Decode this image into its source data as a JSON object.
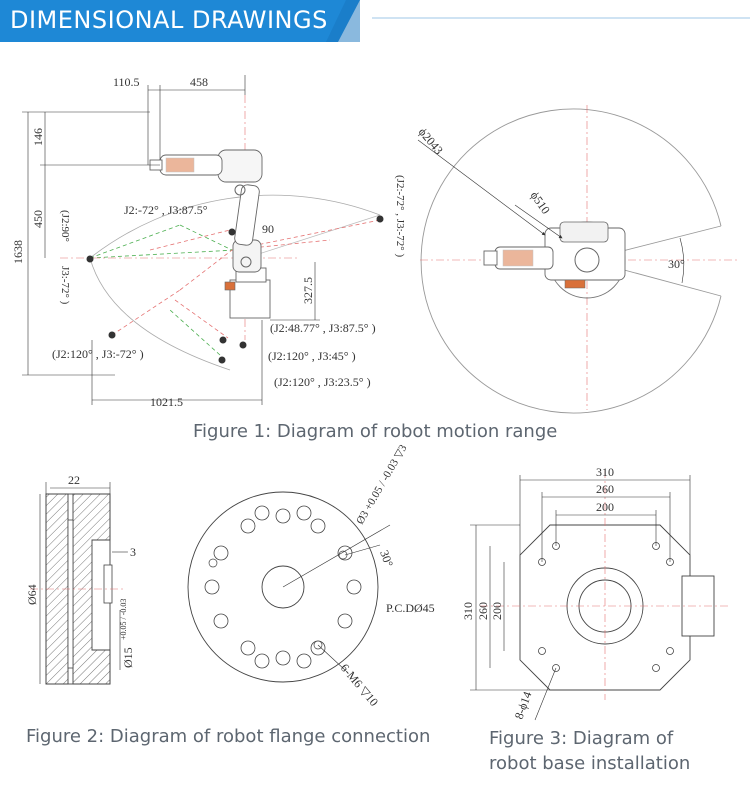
{
  "header": {
    "title": "DIMENSIONAL DRAWINGS",
    "accent": "#1e88d6"
  },
  "figure1": {
    "caption": "Figure 1: Diagram of robot motion range",
    "dims": {
      "d110": "110.5",
      "d458": "458",
      "d146": "146",
      "d450": "450",
      "d1638": "1638",
      "d327": "327.5",
      "d1021": "1021.5",
      "d90": "90"
    },
    "labels": {
      "j2_72_j3_875": "J2:-72° , J3:87.5°",
      "j2_72_j3_m72": "(J2:-72° , J3:-72° )",
      "j2_90": "(J2:90°",
      "j3_m72": "J3:-72° )",
      "j2_4877": "(J2:48.77° , J3:87.5° )",
      "j2_120_m72": "(J2:120° , J3:-72° )",
      "j2_120_45": "(J2:120° , J3:45° )",
      "j2_120_235": "(J2:120° , J3:23.5° )"
    },
    "top_view": {
      "d2043": "ϕ2043",
      "d510": "ϕ510",
      "angle": "30°"
    }
  },
  "figure2": {
    "caption": "Figure 2: Diagram of robot flange connection",
    "dims": {
      "d22": "22",
      "d3": "3",
      "d64": "Ø64",
      "d15": "Ø15",
      "d15_tol": "+0.05 / -0.03"
    },
    "labels": {
      "hole": "Ø3 +0.05 / -0.03 ▽3",
      "angle": "30°",
      "pcd": "P.C.DØ45",
      "thread": "6-M6 ▽10"
    }
  },
  "figure3": {
    "caption": "Figure 3: Diagram of robot base installation",
    "dims": {
      "w310": "310",
      "w260": "260",
      "w200": "200",
      "h310": "310",
      "h260": "260",
      "h200": "200",
      "holes": "8-ϕ14"
    }
  }
}
